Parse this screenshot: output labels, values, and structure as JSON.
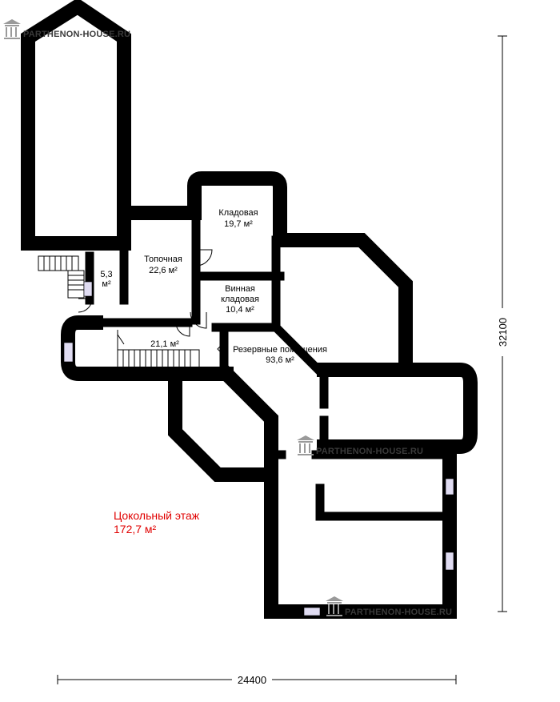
{
  "watermark": {
    "text": "PARTHENON-HOUSE.RU"
  },
  "floor": {
    "name": "Цокольный этаж",
    "area": "172,7 м²"
  },
  "rooms": [
    {
      "name": "Кладовая",
      "area": "19,7 м²"
    },
    {
      "name": "Топочная",
      "area": "22,6 м²"
    },
    {
      "name": "Винная",
      "name2": "кладовая",
      "area": "10,4 м²"
    },
    {
      "name": "",
      "area": "5,3",
      "area_unit": "м²"
    },
    {
      "name": "",
      "area": "21,1 м²"
    },
    {
      "name": "Резервные помещения",
      "area": "93,6 м²"
    }
  ],
  "dimensions": {
    "width": "24400",
    "height": "32100"
  }
}
